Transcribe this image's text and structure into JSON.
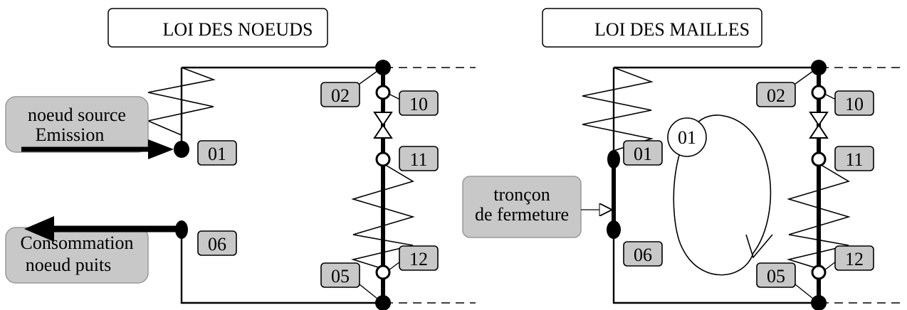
{
  "left_panel": {
    "title": "LOI DES NOEUDS",
    "source_callout": [
      "noeud source",
      "Emission"
    ],
    "sink_callout": [
      "Consommation",
      "noeud puits"
    ],
    "node_labels": {
      "n01": "01",
      "n02": "02",
      "n05": "05",
      "n06": "06",
      "n10": "10",
      "n11": "11",
      "n12": "12"
    }
  },
  "right_panel": {
    "title": "LOI DES MAILLES",
    "closure_callout": [
      "tronçon",
      "de fermeture"
    ],
    "loop_label": "01",
    "node_labels": {
      "n01": "01",
      "n02": "02",
      "n05": "05",
      "n06": "06",
      "n10": "10",
      "n11": "11",
      "n12": "12"
    }
  }
}
